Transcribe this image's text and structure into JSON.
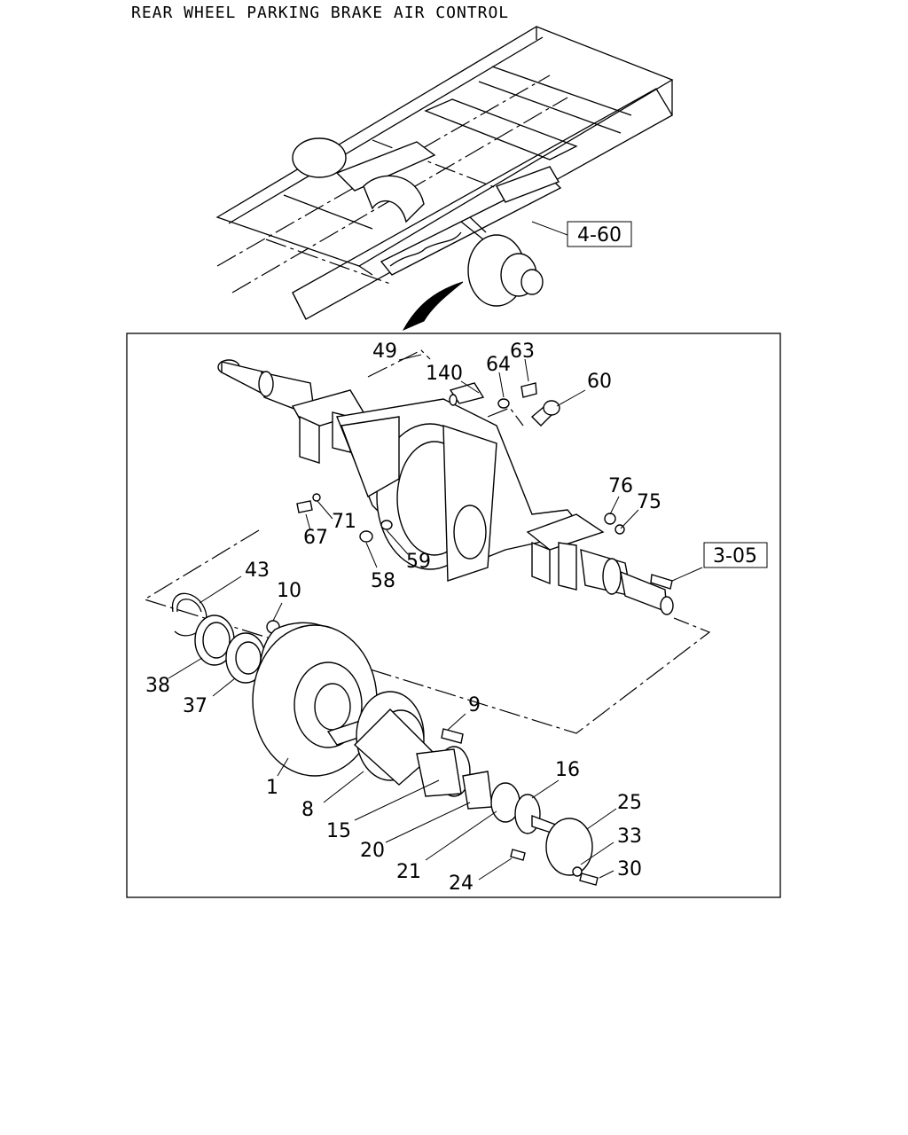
{
  "title": "REAR WHEEL PARKING BRAKE AIR CONTROL",
  "refs": {
    "r1": "4-60",
    "r2": "3-05"
  },
  "labels": {
    "p49": "49",
    "p140": "140",
    "p64": "64",
    "p63": "63",
    "p60": "60",
    "p76": "76",
    "p75": "75",
    "p71": "71",
    "p67": "67",
    "p59": "59",
    "p58": "58",
    "p43": "43",
    "p10": "10",
    "p38": "38",
    "p37": "37",
    "p9": "9",
    "p1": "1",
    "p8": "8",
    "p15": "15",
    "p16": "16",
    "p20": "20",
    "p21": "21",
    "p25": "25",
    "p33": "33",
    "p30": "30",
    "p24": "24"
  }
}
